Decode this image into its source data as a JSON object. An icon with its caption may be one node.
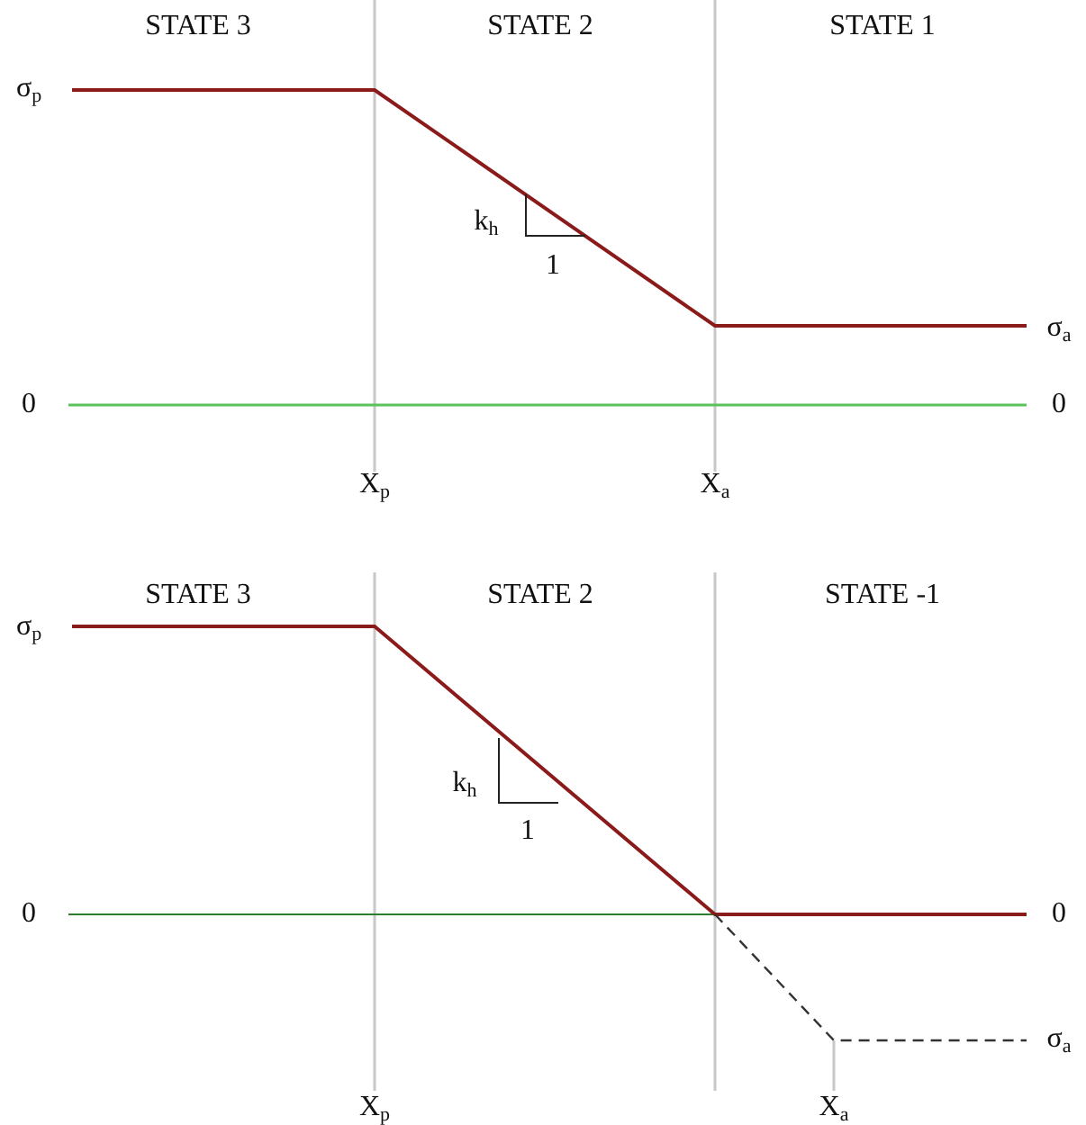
{
  "diagram": {
    "labels": [
      "STATE 3",
      "STATE 2",
      "STATE 1",
      "σ$_{p}$",
      "k$_{h}$",
      "1",
      "σ$_{a}$",
      "0",
      "0",
      "X$_{p}$",
      "X$_{a}$",
      "STATE 3",
      "STATE 2",
      "STATE -1",
      "σ$_{p}$",
      "k$_{h}$",
      "1",
      "0",
      "0",
      "σ$_{a}$",
      "X$_{p}$",
      "X$_{a}$"
    ]
  }
}
